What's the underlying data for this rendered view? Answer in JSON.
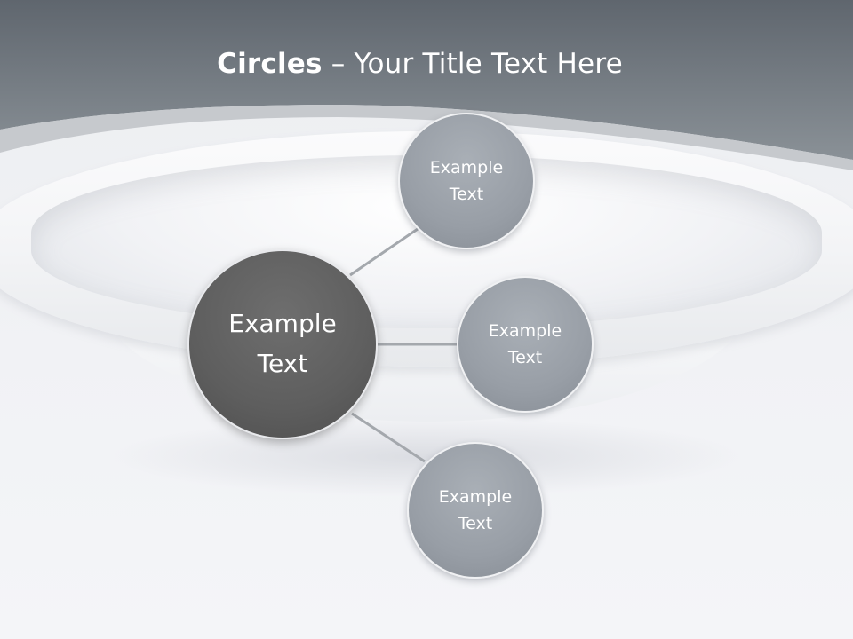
{
  "slide": {
    "title_bold": "Circles",
    "title_rest": " – Your Title Text Here",
    "center_node": {
      "text": "Example\nText"
    },
    "outer_nodes": [
      {
        "text": "Example\nText"
      },
      {
        "text": "Example\nText"
      },
      {
        "text": "Example\nText"
      }
    ]
  },
  "colors": {
    "header_top": "#5f666e",
    "header_bottom": "#8a9197",
    "center_circle": "#5e5e5e",
    "outer_circle": "#989ea6",
    "connector": "#a4a8ad",
    "title_text": "#ffffff"
  }
}
